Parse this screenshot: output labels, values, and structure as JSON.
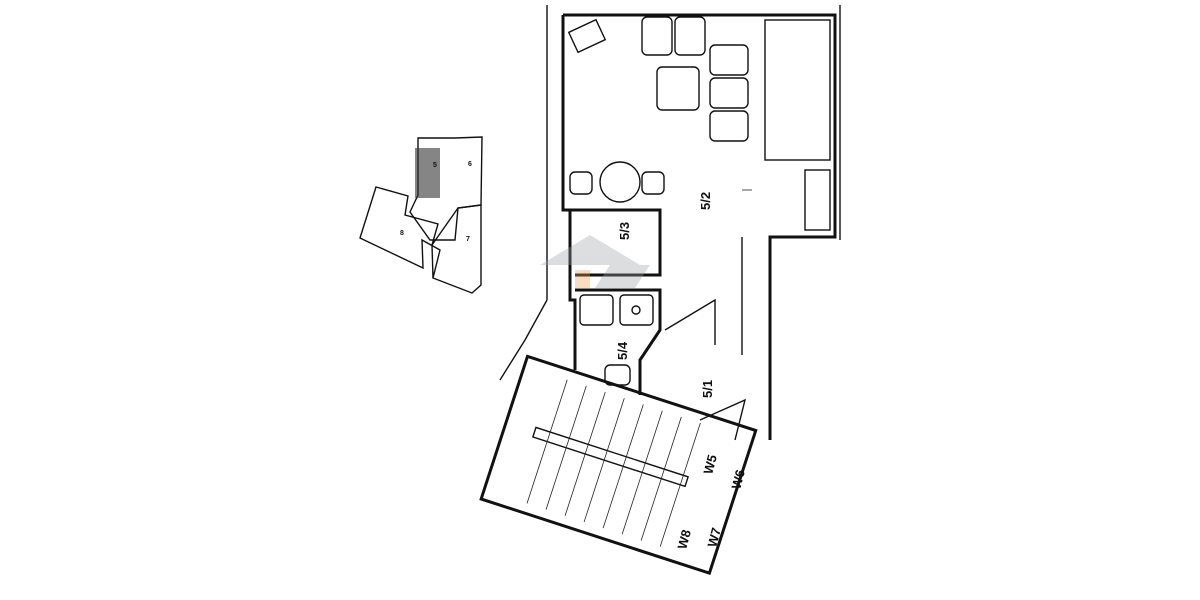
{
  "site_plan": {
    "labels": [
      "5",
      "6",
      "7",
      "8"
    ]
  },
  "floor_plan": {
    "rooms": [
      "5/1",
      "5/2",
      "5/3",
      "5/4"
    ],
    "windows": [
      "W5",
      "W6",
      "W7",
      "W8"
    ]
  },
  "colors": {
    "lines": "#111111",
    "background": "#ffffff",
    "watermark": "#9aa0a6",
    "watermark_accent": "#f0a050"
  }
}
